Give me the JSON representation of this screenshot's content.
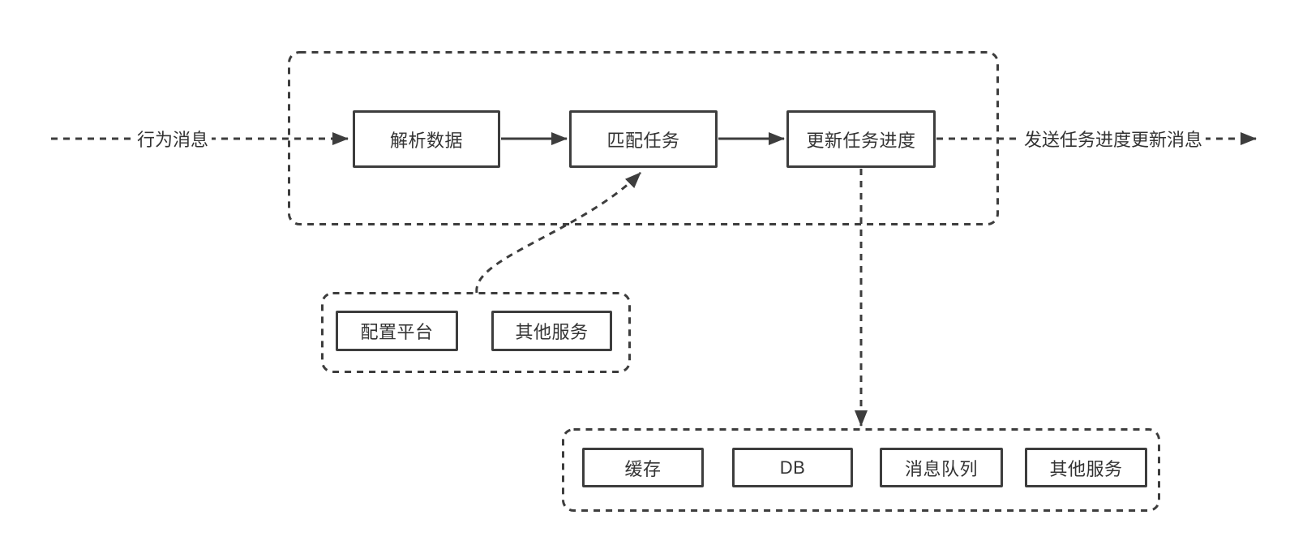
{
  "diagram": {
    "background": "#ffffff",
    "stroke_color": "#3d3d3d",
    "text_color": "#333333",
    "edges": {
      "input_label": "行为消息",
      "output_label": "发送任务进度更新消息"
    },
    "pipeline_group": {
      "nodes": [
        {
          "id": "parse-data",
          "label": "解析数据"
        },
        {
          "id": "match-task",
          "label": "匹配任务"
        },
        {
          "id": "update-task-progress",
          "label": "更新任务进度"
        }
      ]
    },
    "config_group": {
      "nodes": [
        {
          "id": "config-platform",
          "label": "配置平台"
        },
        {
          "id": "other-services",
          "label": "其他服务"
        }
      ]
    },
    "storage_group": {
      "nodes": [
        {
          "id": "cache",
          "label": "缓存"
        },
        {
          "id": "db",
          "label": "DB"
        },
        {
          "id": "message-queue",
          "label": "消息队列"
        },
        {
          "id": "other-services",
          "label": "其他服务"
        }
      ]
    }
  }
}
